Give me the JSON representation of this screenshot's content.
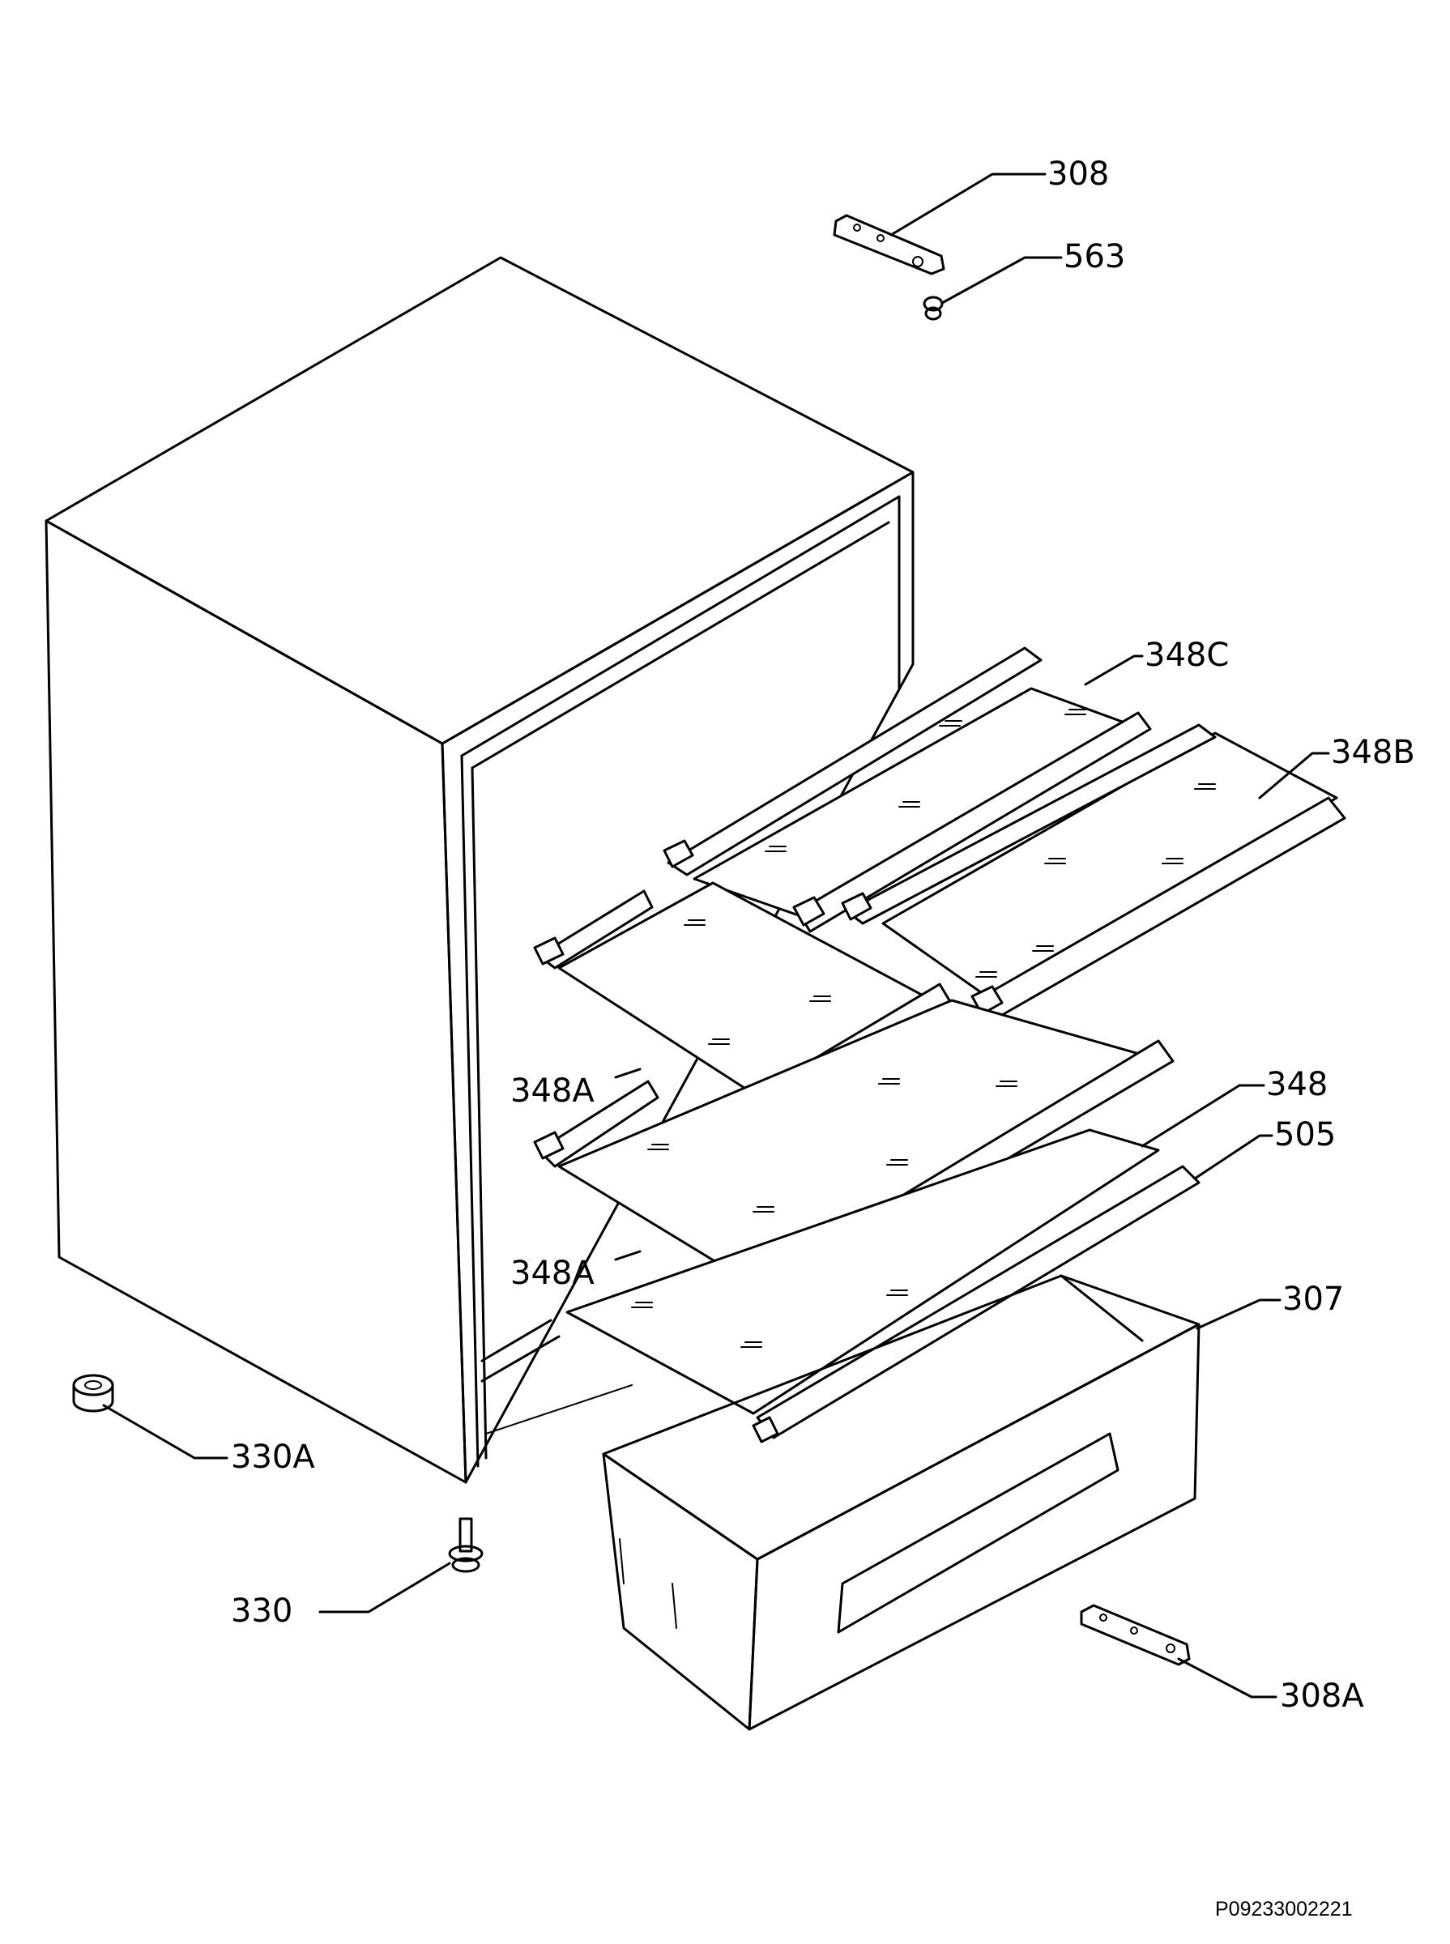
{
  "labels": {
    "p308": "308",
    "p563": "563",
    "p348c": "348C",
    "p348b": "348B",
    "p348a_upper": "348A",
    "p348": "348",
    "p505": "505",
    "p348a_lower": "348A",
    "p307": "307",
    "p330a": "330A",
    "p330": "330",
    "p308a": "308A"
  },
  "drawing_code": "P09233002221"
}
